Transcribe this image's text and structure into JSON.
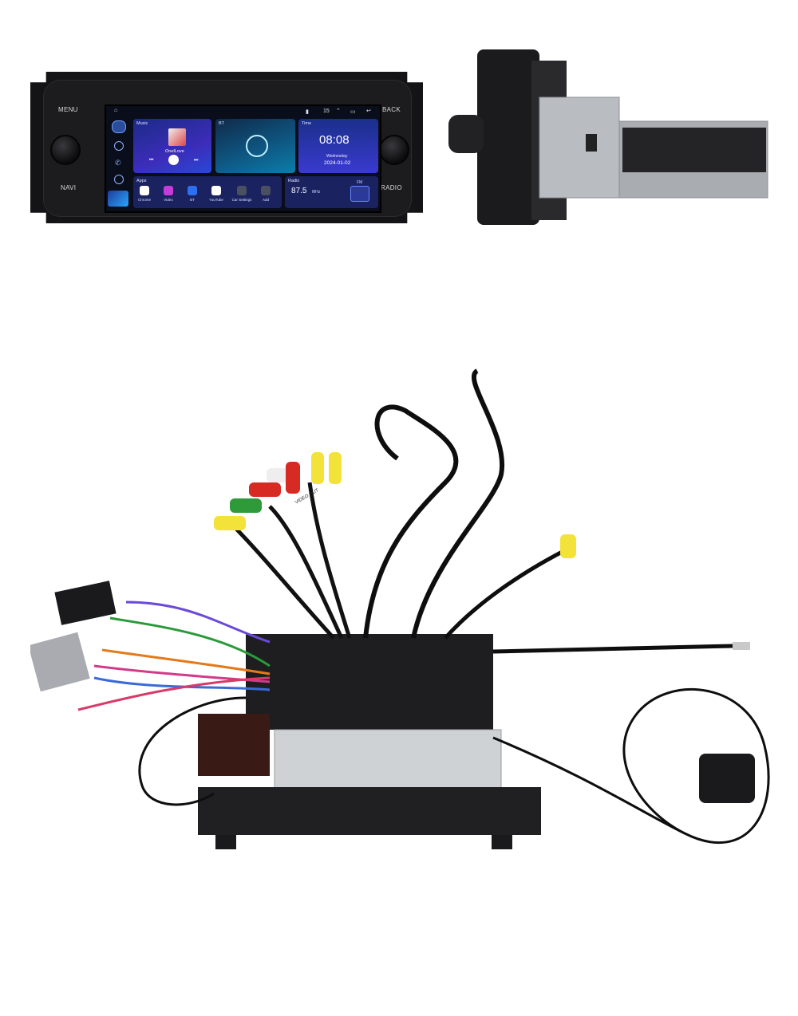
{
  "unit": {
    "left_buttons": {
      "top": "MENU",
      "bottom": "NAVI"
    },
    "right_buttons": {
      "top": "BACK",
      "bottom": "RADIO"
    },
    "status": {
      "home_glyph": "⌂",
      "value": "15"
    },
    "music": {
      "title": "Music",
      "track": "OneILove"
    },
    "bt": {
      "title": "BT"
    },
    "time": {
      "title": "Time",
      "clock": "08:08",
      "weekday": "Wednesday",
      "date": "2024-01-02"
    },
    "apps": {
      "title": "Apps",
      "items": [
        {
          "label": "Chrome",
          "color": "#ffffff"
        },
        {
          "label": "Video",
          "color": "#c63bd9"
        },
        {
          "label": "BT",
          "color": "#2e6ff2"
        },
        {
          "label": "YouTube",
          "color": "#ffffff"
        },
        {
          "label": "Car Settings",
          "color": "#4a5060"
        },
        {
          "label": "Add",
          "color": "#4a5060"
        }
      ]
    },
    "radio": {
      "title": "Radio",
      "freq": "87.5",
      "unit": "MHz",
      "band": "FM"
    },
    "colors": {
      "accent": "#4a7bff",
      "tile_bg": "#1a2a6a"
    }
  },
  "side_view": {
    "alt": "side-view-chassis"
  },
  "accessories": {
    "connector_tag_text": [
      "VIDEO OUT"
    ]
  }
}
